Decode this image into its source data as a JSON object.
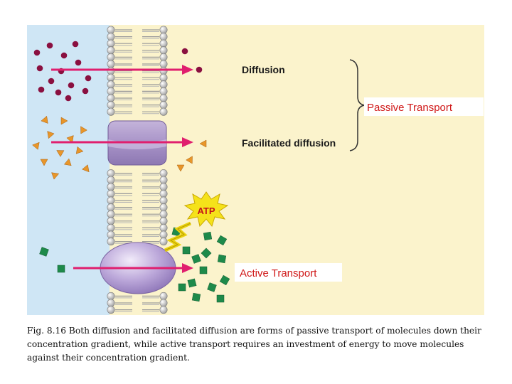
{
  "labels": {
    "diffusion": "Diffusion",
    "facilitated": "Facilitated diffusion",
    "passive": "Passive Transport",
    "active": "Active Transport",
    "atp": "ATP"
  },
  "caption": "Fig. 8.16  Both diffusion and facilitated diffusion are forms of passive transport of molecules down their concentration gradient, while active transport requires an investment of energy to move molecules against their concentration gradient.",
  "colors": {
    "outside_fluid": "#cfe6f5",
    "inside_fluid": "#fbf3cc",
    "arrow": "#e01f6e",
    "dot_molecule": "#8a1040",
    "triangle_molecule": "#e8962a",
    "square_molecule": "#1e8a4a",
    "label_red": "#d01818",
    "atp_burst": "#f5e21a"
  }
}
